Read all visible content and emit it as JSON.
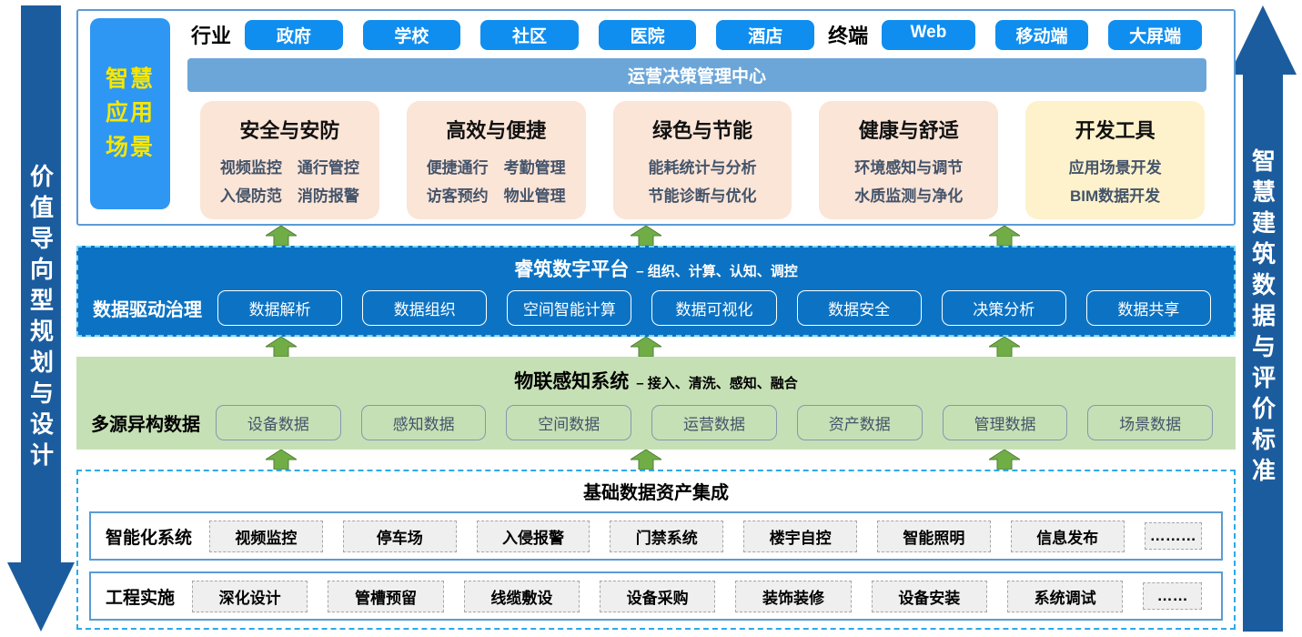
{
  "side": {
    "left_label": "价值导向型规划与设计",
    "right_label": "智慧建筑数据与评价标准"
  },
  "top": {
    "scene_label": "智慧应用场景",
    "industry_label": "行业",
    "industry_tags": [
      "政府",
      "学校",
      "社区",
      "医院",
      "酒店"
    ],
    "terminal_label": "终端",
    "terminal_tags": [
      "Web",
      "移动端",
      "大屏端"
    ],
    "center_bar": "运营决策管理中心",
    "cards": [
      {
        "title": "安全与安防",
        "variant": "peach",
        "lines": [
          "视频监控　通行管控",
          "入侵防范　消防报警"
        ]
      },
      {
        "title": "高效与便捷",
        "variant": "peach",
        "lines": [
          "便捷通行　考勤管理",
          "访客预约　物业管理"
        ]
      },
      {
        "title": "绿色与节能",
        "variant": "peach",
        "lines": [
          "能耗统计与分析",
          "节能诊断与优化"
        ]
      },
      {
        "title": "健康与舒适",
        "variant": "peach",
        "lines": [
          "环境感知与调节",
          "水质监测与净化"
        ]
      },
      {
        "title": "开发工具",
        "variant": "cream",
        "lines": [
          "应用场景开发",
          "BIM数据开发"
        ]
      }
    ]
  },
  "platform": {
    "title": "睿筑数字平台",
    "subtitle": "– 组织、计算、认知、调控",
    "label": "数据驱动治理",
    "buttons": [
      "数据解析",
      "数据组织",
      "空间智能计算",
      "数据可视化",
      "数据安全",
      "决策分析",
      "数据共享"
    ]
  },
  "iot": {
    "title": "物联感知系统",
    "subtitle": "– 接入、清洗、感知、融合",
    "label": "多源异构数据",
    "buttons": [
      "设备数据",
      "感知数据",
      "空间数据",
      "运营数据",
      "资产数据",
      "管理数据",
      "场景数据"
    ]
  },
  "base": {
    "title": "基础数据资产集成",
    "rows": [
      {
        "label": "智能化系统",
        "items": [
          "视频监控",
          "停车场",
          "入侵报警",
          "门禁系统",
          "楼宇自控",
          "智能照明",
          "信息发布",
          "………"
        ]
      },
      {
        "label": "工程实施",
        "items": [
          "深化设计",
          "管槽预留",
          "线缆敷设",
          "设备采购",
          "装饰装修",
          "设备安装",
          "系统调试",
          "……"
        ]
      }
    ]
  },
  "colors": {
    "side_arrow": "#1b5c9e",
    "tag_blue": "#0f8ef0",
    "scene_block_blue": "#2e97f3",
    "scene_text_yellow": "#f7e600",
    "center_bar_blue": "#6ca6d9",
    "card_peach": "#fbe5d7",
    "card_cream": "#fdf2cc",
    "card_subtext": "#44546a",
    "platform_blue": "#0c73c4",
    "iot_green": "#c6e0b5",
    "up_arrow_green": "#70ad47",
    "box_border_blue": "#5b9bd5",
    "dashed_border_cyan": "#2da9ea"
  }
}
